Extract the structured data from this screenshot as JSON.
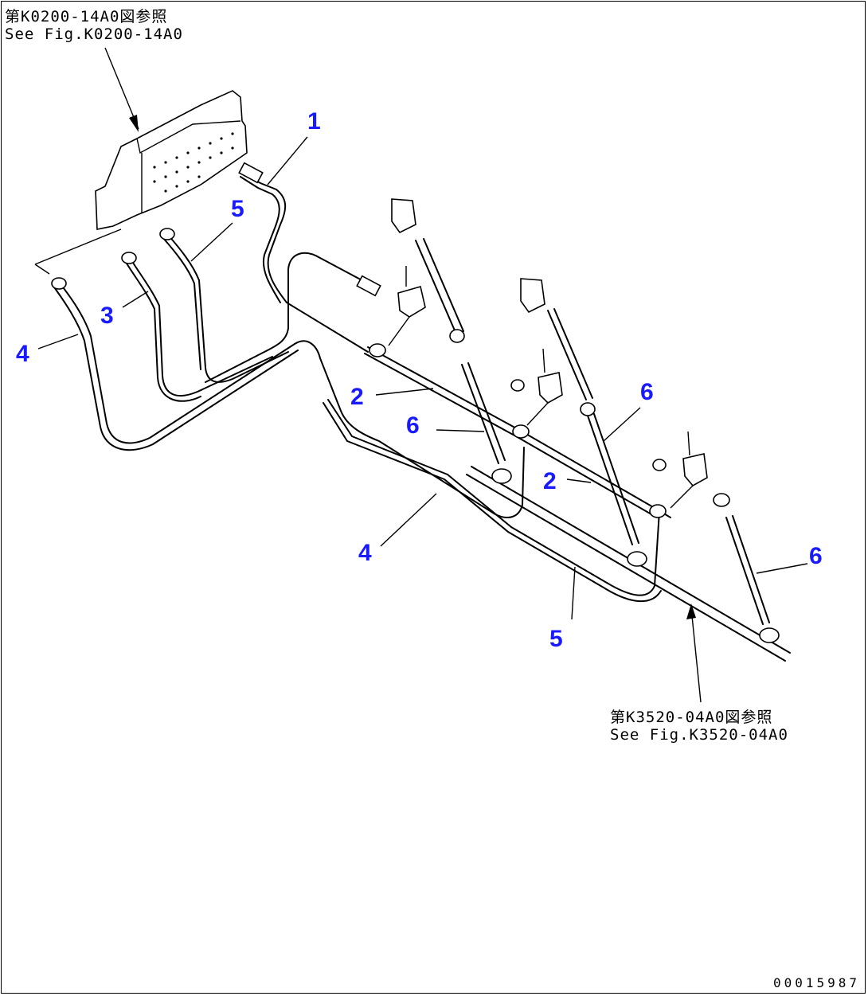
{
  "references": {
    "top": {
      "line_jp": "第K0200-14A0図参照",
      "line_en": "See Fig.K0200-14A0"
    },
    "bottom": {
      "line_jp": "第K3520-04A0図参照",
      "line_en": "See Fig.K3520-04A0"
    }
  },
  "callouts": [
    "1",
    "2",
    "2",
    "3",
    "4",
    "4",
    "5",
    "5",
    "6",
    "6",
    "6"
  ],
  "document_id": "00015987",
  "colors": {
    "callout": "#1a1aff",
    "line": "#000000",
    "background": "#ffffff"
  }
}
